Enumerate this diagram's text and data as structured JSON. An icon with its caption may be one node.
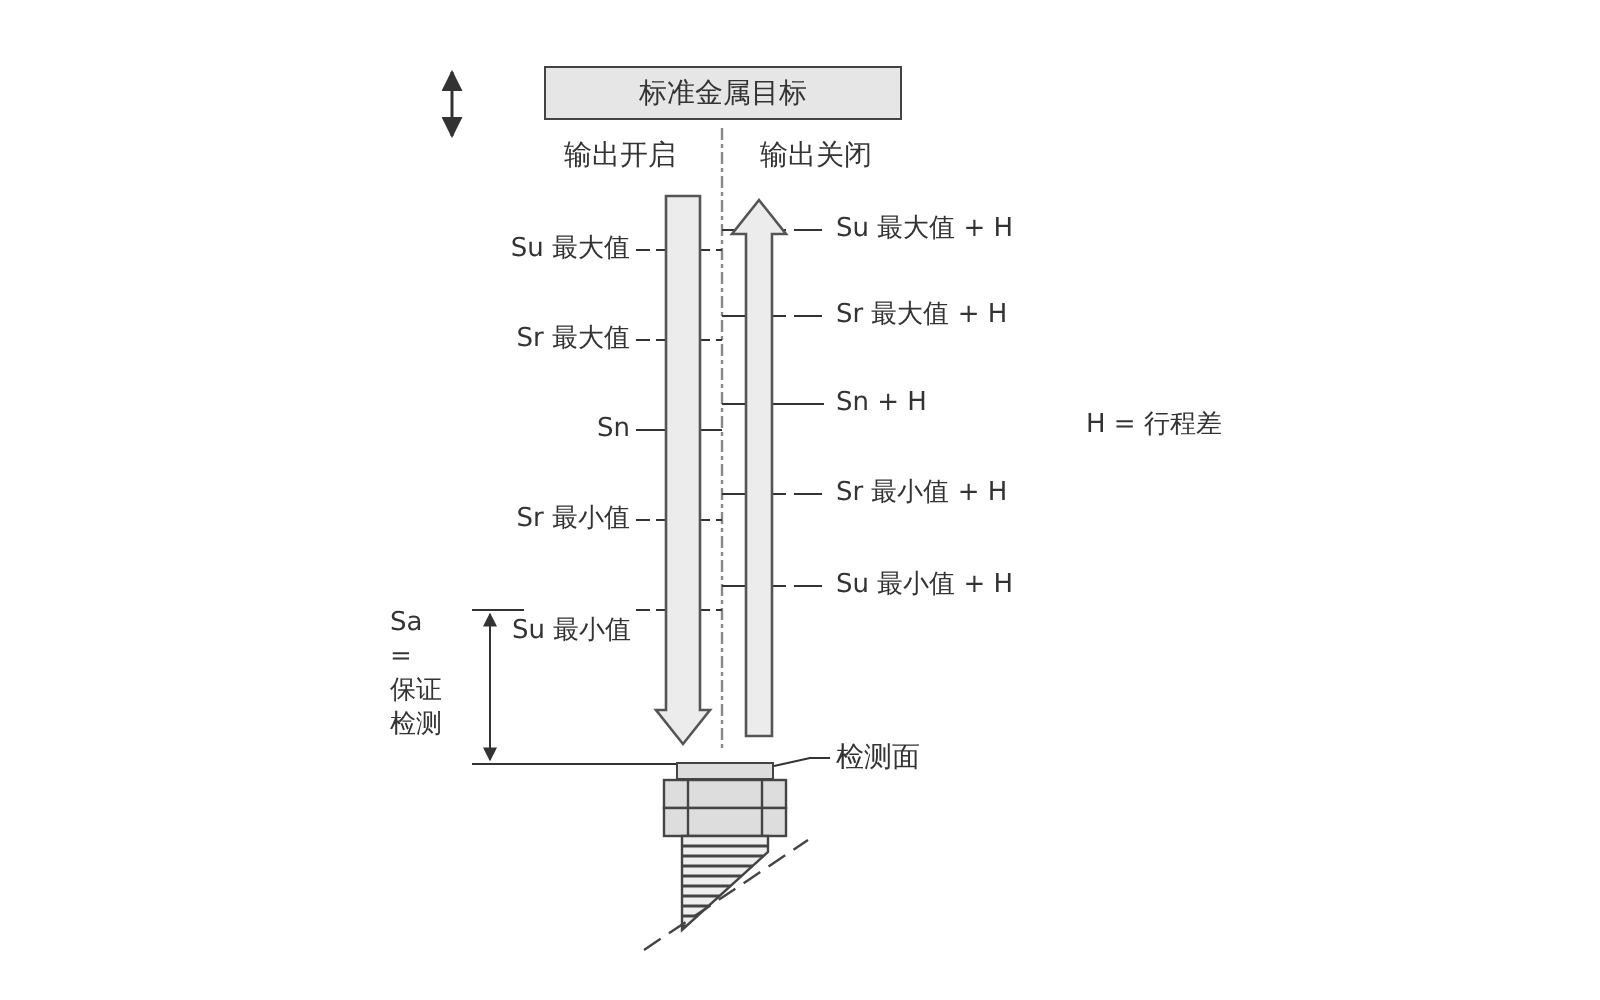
{
  "diagram": {
    "nodes": [
      {
        "text": [
          "标准金属目标"
        ]
      },
      {
        "text": [
          "检测面"
        ]
      },
      {
        "text": [],
        "shape": "box"
      }
    ],
    "edges": [
      {
        "from": 1,
        "to": 2,
        "arrow": "none"
      }
    ],
    "labels": [
      "输出开启",
      "输出关闭",
      "Su 最大值",
      "Su 最大值 + H",
      "Sr 最大值",
      "Sr 最大值 + H",
      "Sn",
      "Sn + H",
      "H = 行程差",
      "Sr 最小值",
      "Sr 最小值 + H",
      "Su 最小值 + H",
      "Sa = 保证检测",
      "Su 最小值"
    ]
  }
}
